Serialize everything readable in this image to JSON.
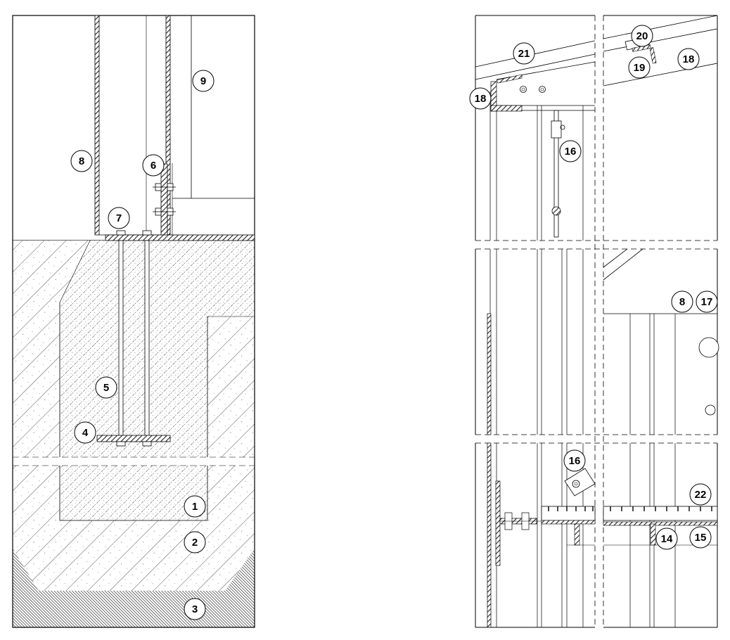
{
  "drawing": {
    "type": "construction section detail",
    "line_color": "#000000",
    "background": "#ffffff",
    "hatch_color": "#333333"
  },
  "callouts": {
    "c1": "1",
    "c2": "2",
    "c3": "3",
    "c4": "4",
    "c5": "5",
    "c6": "6",
    "c7": "7",
    "c8a": "8",
    "c9": "9",
    "c21": "21",
    "c18a": "18",
    "c20": "20",
    "c19": "19",
    "c18b": "18",
    "c16a": "16",
    "c8b": "8",
    "c17": "17",
    "c16b": "16",
    "c22": "22",
    "c14": "14",
    "c15": "15"
  }
}
